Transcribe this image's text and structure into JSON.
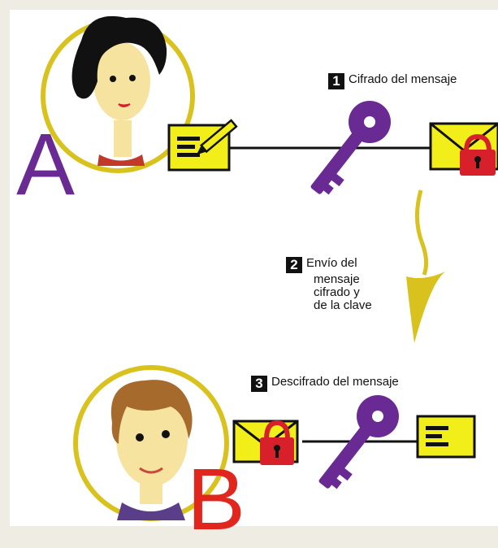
{
  "steps": [
    {
      "number": "1",
      "text": "Cifrado del mensaje"
    },
    {
      "number": "2",
      "text_lines": [
        "Envío del",
        "mensaje",
        "cifrado y",
        "de la clave"
      ]
    },
    {
      "number": "3",
      "text": "Descifrado del mensaje"
    }
  ],
  "parties": {
    "a": "A",
    "b": "B"
  },
  "colors": {
    "background": "#efece3",
    "panel": "#ffffff",
    "circle_ring": "#d9c21e",
    "key": "#6a2a94",
    "letter_a": "#6a2a94",
    "letter_b": "#e0261d",
    "envelope": "#f2ee1a",
    "lock": "#d8202a",
    "arrow": "#d9c21e"
  },
  "icons": [
    "person-a-icon",
    "person-b-icon",
    "document-pen-icon",
    "key-icon",
    "locked-envelope-icon",
    "open-document-icon",
    "curved-arrow-icon"
  ]
}
